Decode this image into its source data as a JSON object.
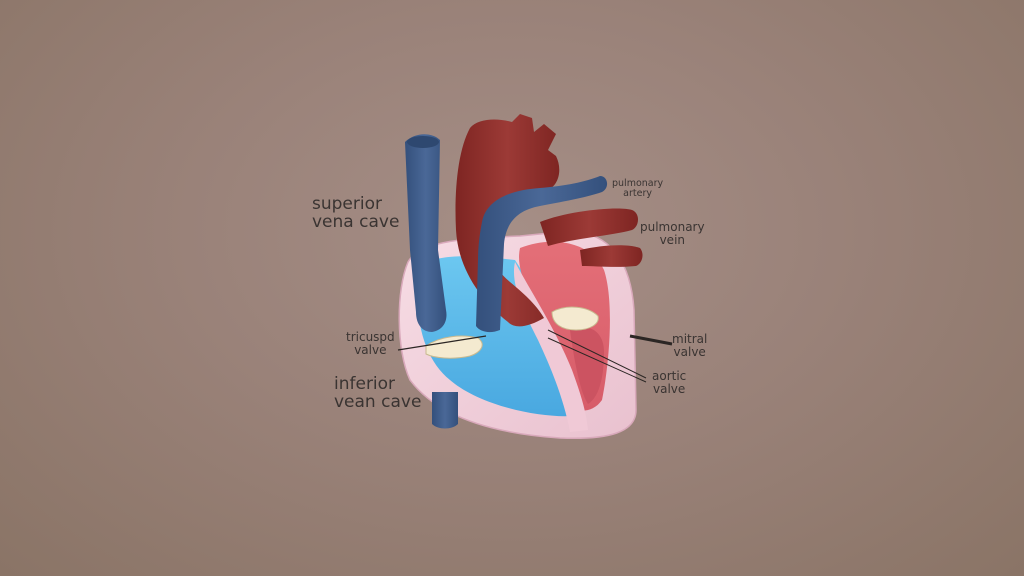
{
  "labels": {
    "superior_vena": [
      "superior",
      "vena cave"
    ],
    "inferior_vena": [
      "inferior",
      "vean cave"
    ],
    "tricuspid": [
      "tricuspd",
      "valve"
    ],
    "pulmonary_artery": [
      "pulmonary",
      "artery"
    ],
    "pulmonary_vein": [
      "pulmonary",
      "vein"
    ],
    "mitral": [
      "mitral",
      "valve"
    ],
    "aortic": [
      "aortic",
      "valve"
    ]
  },
  "colors": {
    "background": "#9a8279",
    "vein_blue": "#3f5b87",
    "artery_red": "#8e2f2c",
    "atrium_red": "#e07076",
    "ventricle_blue": "#5ab8e8",
    "wall_pink": "#f2d3dc",
    "valve_cream": "#f4ead0",
    "text": "#3a3432"
  }
}
